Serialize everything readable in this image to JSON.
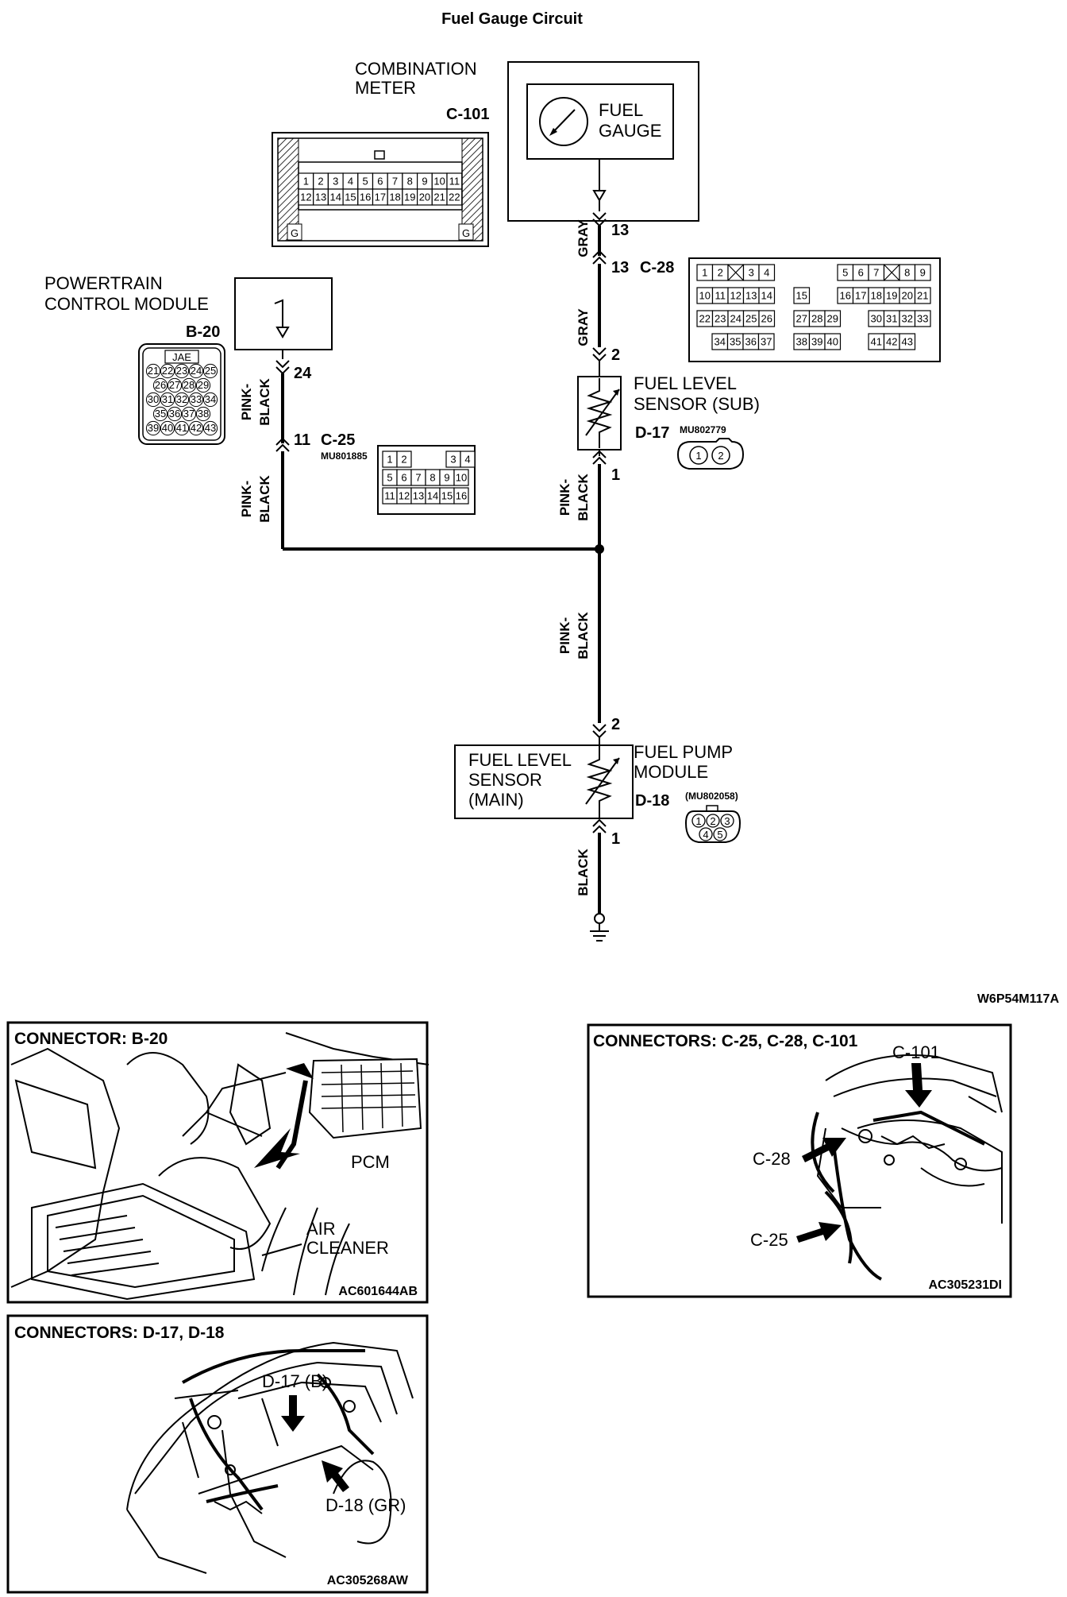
{
  "title": "Fuel Gauge Circuit",
  "figure_code": "W6P54M117A",
  "combination_meter": {
    "label_line1": "COMBINATION",
    "label_line2": "METER",
    "connector": "C-101",
    "gauge_line1": "FUEL",
    "gauge_line2": "GAUGE",
    "connector_shield_mark": "G",
    "rows": [
      [
        "1",
        "2",
        "3",
        "4",
        "5",
        "6",
        "7",
        "8",
        "9",
        "10",
        "11"
      ],
      [
        "12",
        "13",
        "14",
        "15",
        "16",
        "17",
        "18",
        "19",
        "20",
        "21",
        "22"
      ]
    ]
  },
  "pcm": {
    "label_line1": "POWERTRAIN",
    "label_line2": "CONTROL MODULE",
    "connector": "B-20",
    "connector_maker": "JAE",
    "rows": [
      [
        "21",
        "22",
        "23",
        "24",
        "25"
      ],
      [
        "26",
        "27",
        "28",
        "29"
      ],
      [
        "30",
        "31",
        "32",
        "33",
        "34"
      ],
      [
        "35",
        "36",
        "37",
        "38"
      ],
      [
        "39",
        "40",
        "41",
        "42",
        "43"
      ]
    ]
  },
  "wires": {
    "gray": "GRAY",
    "pink_black_line1": "PINK-",
    "pink_black_line2": "BLACK",
    "black": "BLACK"
  },
  "pins": {
    "c101_out": "13",
    "c28_pin": "13",
    "c28_name": "C-28",
    "sub_top": "2",
    "sub_bottom": "1",
    "pcm_pin": "24",
    "c25_pin": "11",
    "c25_name": "C-25",
    "main_top": "2",
    "main_bottom": "1"
  },
  "c28": {
    "row1": [
      "1",
      "2",
      "",
      "3",
      "4",
      "5",
      "6",
      "7",
      "",
      "8",
      "9"
    ],
    "row2": [
      "10",
      "11",
      "12",
      "13",
      "14",
      "15",
      "16",
      "17",
      "18",
      "19",
      "20",
      "21"
    ],
    "row3": [
      "22",
      "23",
      "24",
      "25",
      "26",
      "27",
      "28",
      "29",
      "30",
      "31",
      "32",
      "33"
    ],
    "row4": [
      "34",
      "35",
      "36",
      "37",
      "38",
      "39",
      "40",
      "41",
      "42",
      "43"
    ]
  },
  "c25": {
    "part_no": "MU801885",
    "row1": [
      "1",
      "2",
      "3",
      "4"
    ],
    "row2": [
      "5",
      "6",
      "7",
      "8",
      "9",
      "10"
    ],
    "row3": [
      "11",
      "12",
      "13",
      "14",
      "15",
      "16"
    ]
  },
  "sub_sensor": {
    "label_line1": "FUEL LEVEL",
    "label_line2": "SENSOR (SUB)",
    "connector": "D-17",
    "part_no": "MU802779",
    "pins": [
      "1",
      "2"
    ]
  },
  "main_sensor": {
    "box_line1": "FUEL LEVEL",
    "box_line2": "SENSOR",
    "box_line3": "(MAIN)",
    "label_line1": "FUEL PUMP",
    "label_line2": "MODULE",
    "connector": "D-18",
    "part_no": "(MU802058)",
    "pins": [
      "1",
      "2",
      "3",
      "4",
      "5"
    ]
  },
  "panels": {
    "b20": {
      "title": "CONNECTOR: B-20",
      "pcm_label": "PCM",
      "air_cleaner_line1": "AIR",
      "air_cleaner_line2": "CLEANER",
      "code": "AC601644AB"
    },
    "c25": {
      "title": "CONNECTORS: C-25, C-28, C-101",
      "label_c101": "C-101",
      "label_c28": "C-28",
      "label_c25": "C-25",
      "code": "AC305231DI"
    },
    "d17": {
      "title": "CONNECTORS: D-17, D-18",
      "label_d17": "D-17 (B)",
      "label_d18": "D-18 (GR)",
      "code": "AC305268AW"
    }
  }
}
